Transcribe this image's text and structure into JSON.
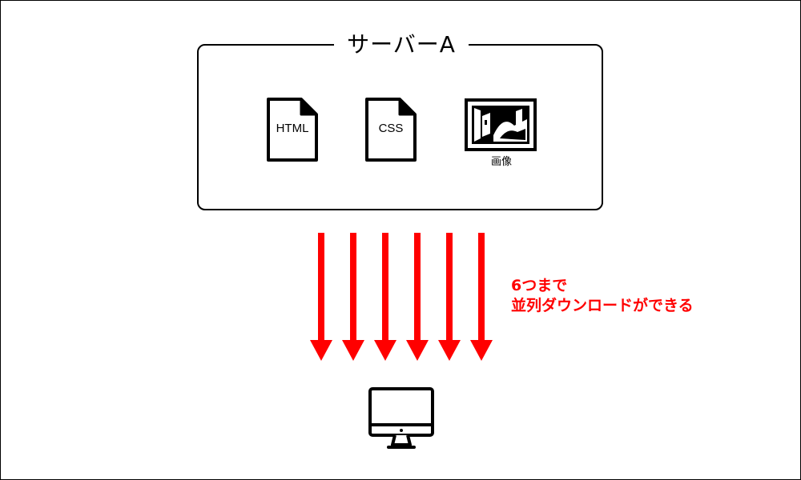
{
  "server": {
    "title": "サーバーA",
    "files": [
      {
        "label": "HTML",
        "icon": "html-file-icon"
      },
      {
        "label": "CSS",
        "icon": "css-file-icon"
      }
    ],
    "image": {
      "caption": "画像",
      "icon": "image-icon"
    }
  },
  "transfer": {
    "arrow_count": 6,
    "arrow_color": "#ff0000",
    "note_line1": "6つまで",
    "note_line2": "並列ダウンロードができる"
  },
  "client": {
    "icon": "desktop-monitor-icon"
  }
}
